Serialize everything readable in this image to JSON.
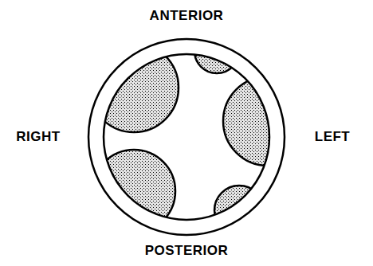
{
  "diagram": {
    "labels": [
      "ANTERIOR",
      "RIGHT",
      "LEFT",
      "POSTERIOR"
    ]
  }
}
